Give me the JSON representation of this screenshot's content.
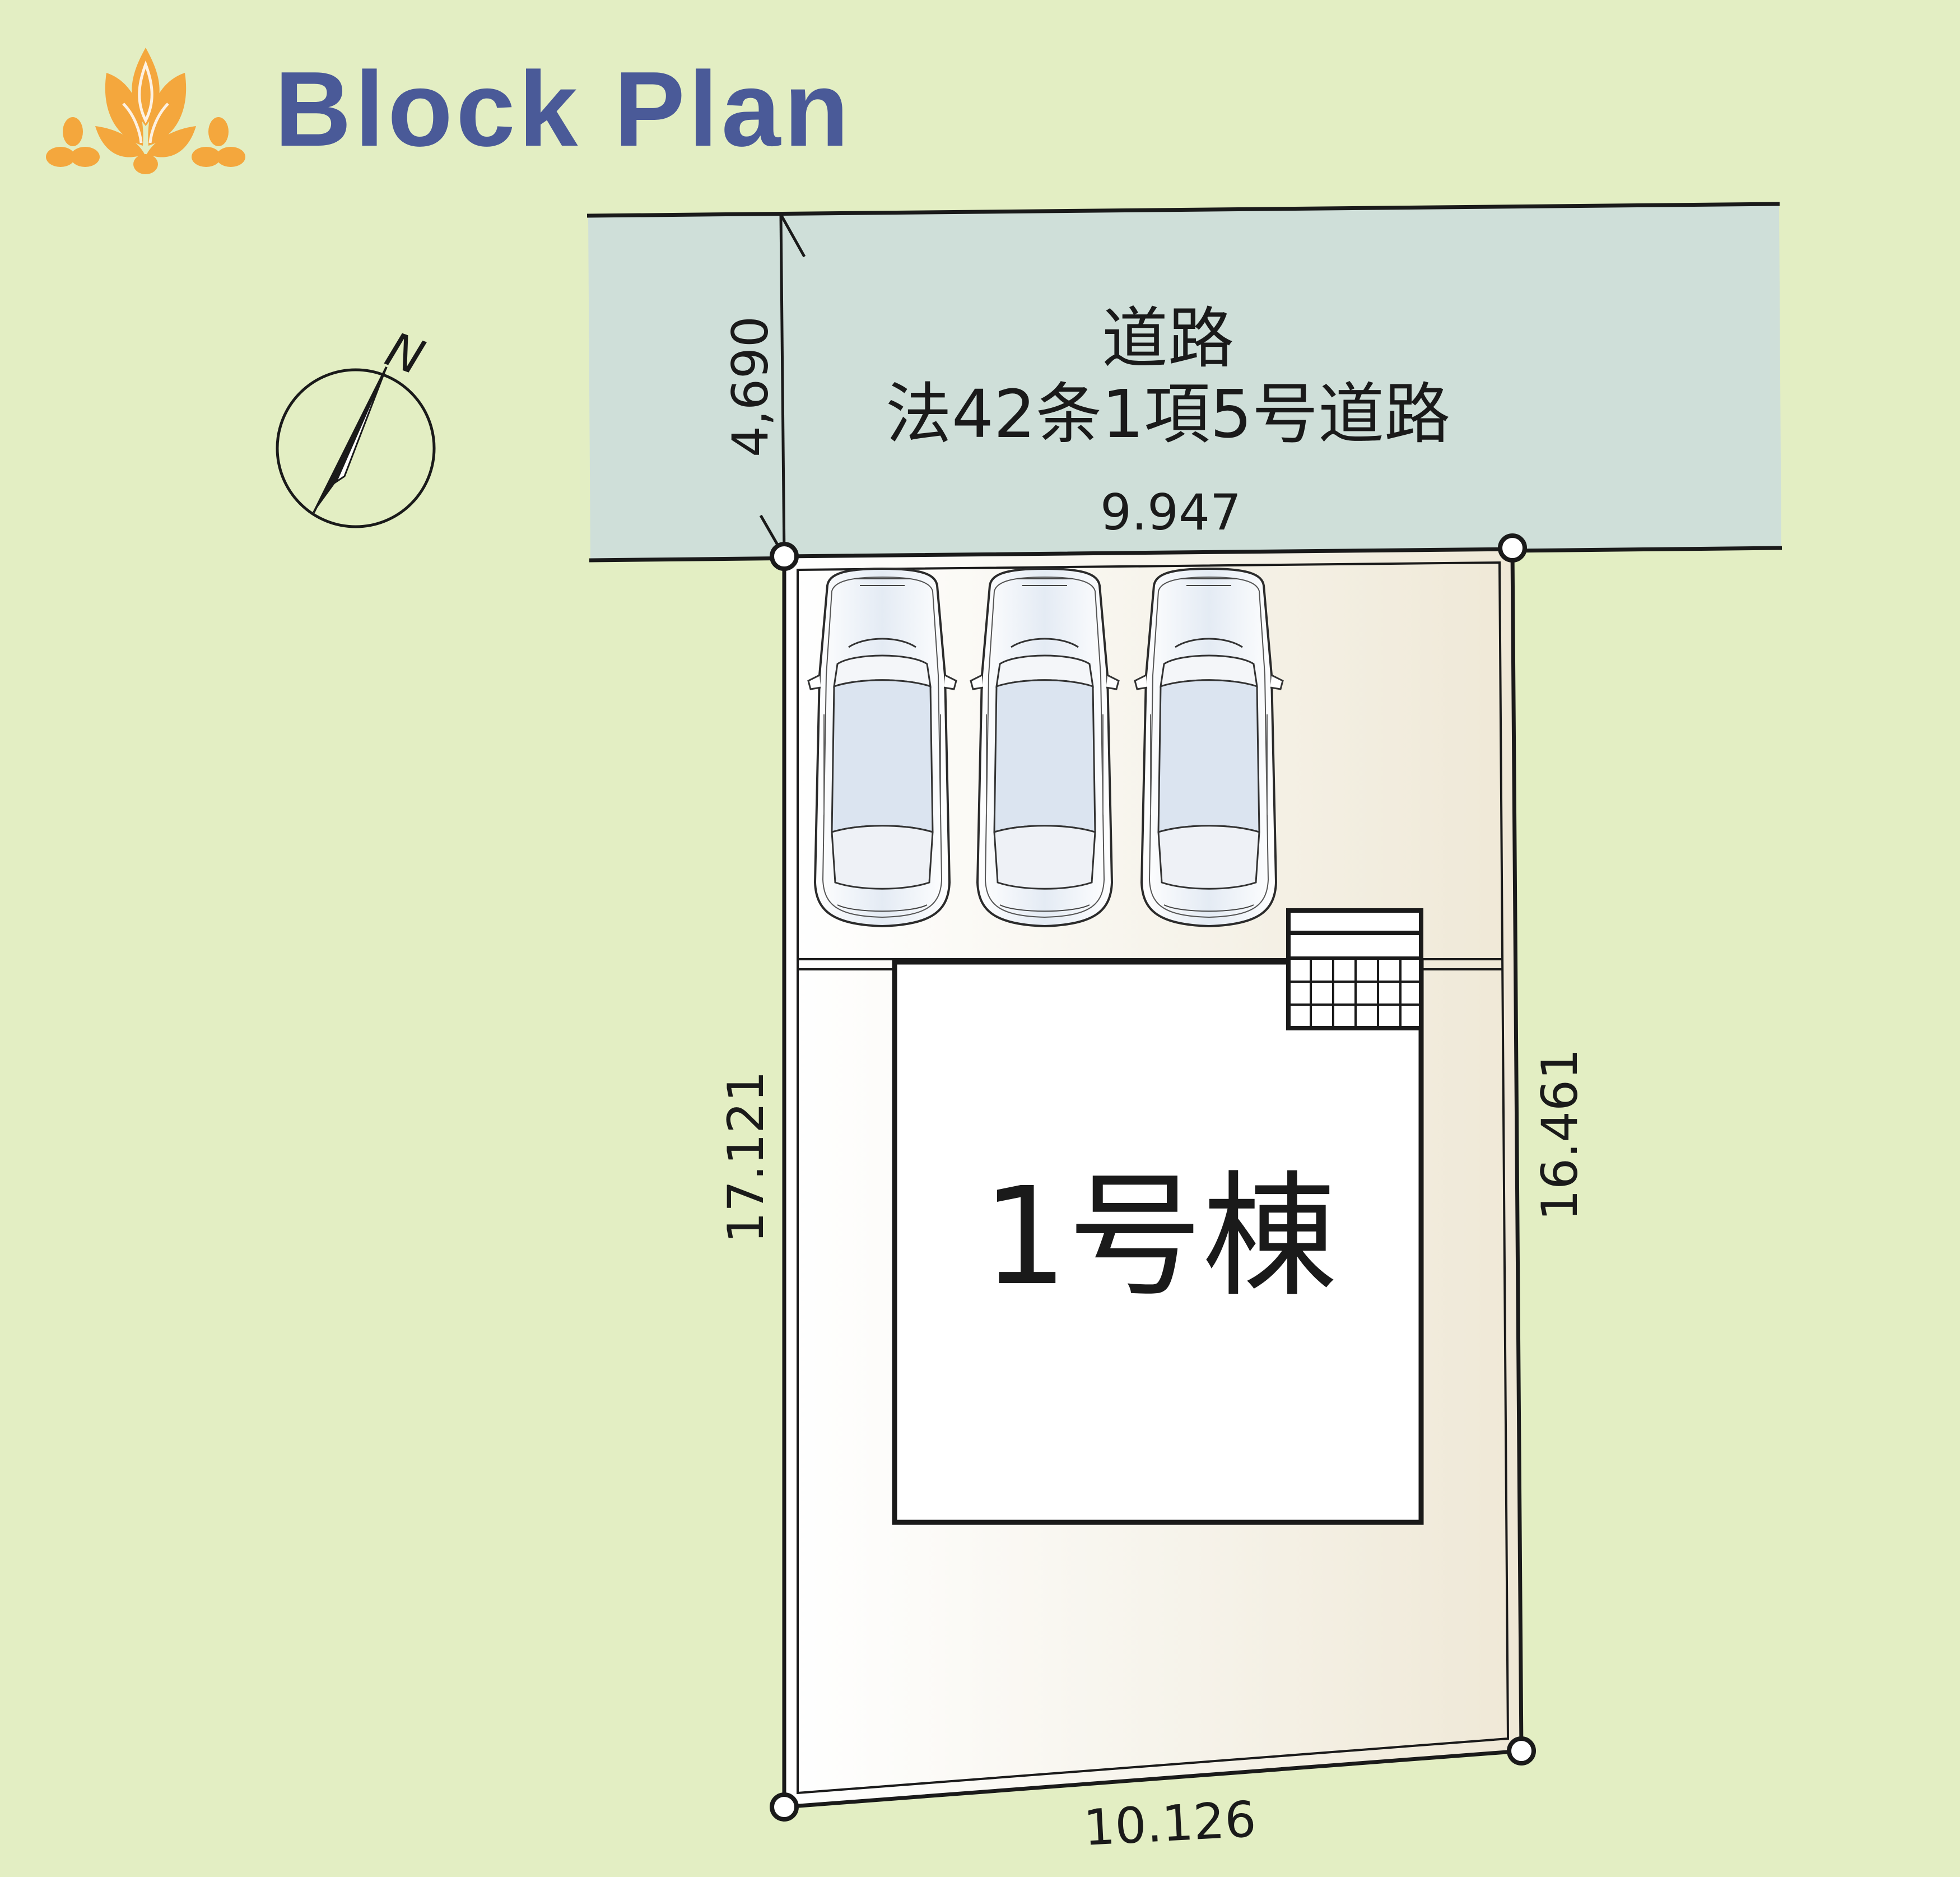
{
  "header": {
    "title": "Block Plan",
    "logo_icon": "lotus-logo-icon"
  },
  "compass": {
    "label": "N",
    "icon": "north-arrow-icon"
  },
  "road": {
    "name": "道路",
    "classification": "法42条1項5号道路",
    "width": "4,690",
    "frontage": "9.947"
  },
  "lot": {
    "left_side": "17.121",
    "right_side": "16.461",
    "rear_side": "10.126"
  },
  "building": {
    "label": "1号棟"
  },
  "parking": {
    "car_count": 3,
    "car_icon": "car-icon"
  },
  "colors": {
    "background": "#e3eec3",
    "road": "#cfdfd9",
    "title": "#4a5a98",
    "logo": "#f4a73d",
    "lot_fill": "#f5f1e6"
  }
}
